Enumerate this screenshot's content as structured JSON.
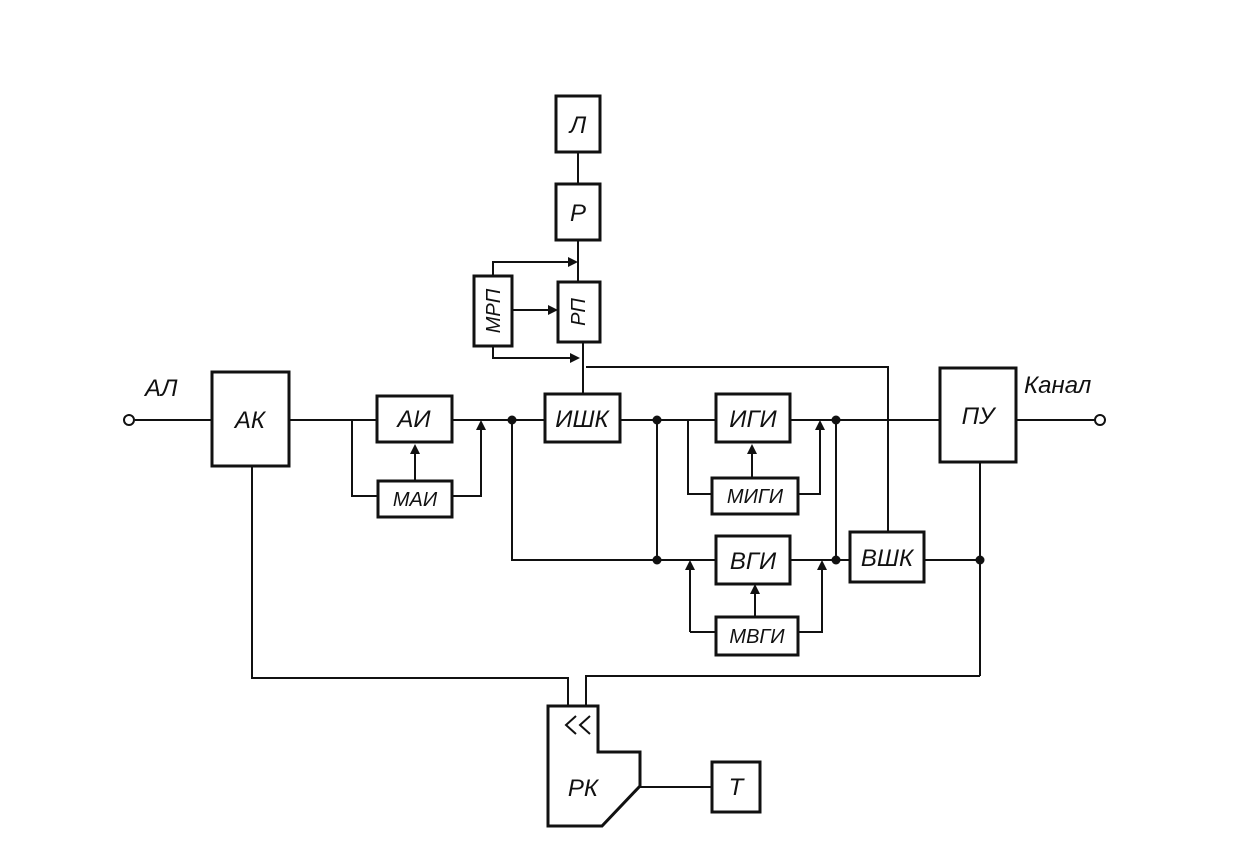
{
  "blocks": {
    "l": "Л",
    "r": "Р",
    "rp": "РП",
    "mrp": "МРП",
    "ak": "АК",
    "ai": "АИ",
    "mai": "МАИ",
    "ishk": "ИШК",
    "igi": "ИГИ",
    "migi": "МИГИ",
    "vgi": "ВГИ",
    "mvgi": "МВГИ",
    "vshk": "ВШК",
    "pu": "ПУ",
    "rk": "РК",
    "t": "Т"
  },
  "terminals": {
    "input": "АЛ",
    "output": "Канал"
  }
}
